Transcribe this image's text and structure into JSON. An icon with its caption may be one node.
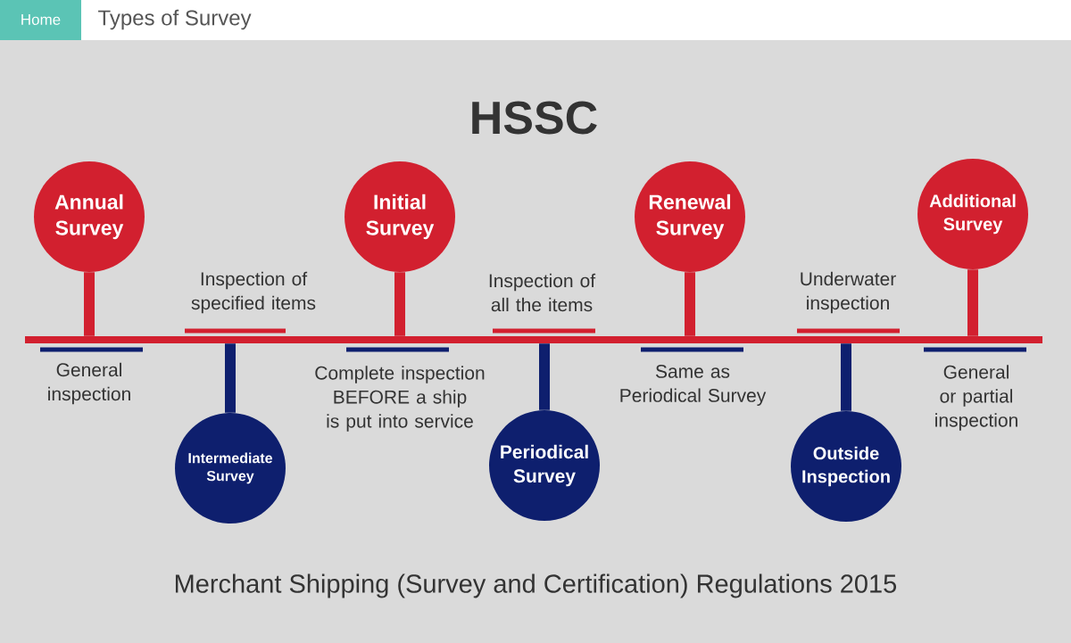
{
  "diagram": {
    "title": "HSSC",
    "caption": "Merchant Shipping (Survey and Certification) Regulations 2015",
    "nodes": [
      {
        "text": [
          "Annual Survey"
        ]
      },
      {
        "text": [
          "Intermediate Survey"
        ]
      },
      {
        "text": [
          "Initial Survey"
        ]
      },
      {
        "text": [
          "Periodical Survey"
        ]
      },
      {
        "text": [
          "Renewal Survey"
        ]
      },
      {
        "text": [
          "Outside Inspection"
        ]
      },
      {
        "text": [
          "Additional Survey"
        ]
      },
      {
        "text": [],
        "shape": "bar"
      }
    ],
    "edges": [
      {
        "from": 0,
        "to": 7,
        "arrow": "none"
      },
      {
        "from": 1,
        "to": 7,
        "arrow": "none",
        "color": "#0e1f6e"
      },
      {
        "from": 2,
        "to": 7,
        "arrow": "none"
      },
      {
        "from": 3,
        "to": 7,
        "arrow": "none",
        "color": "#0e1f6e"
      },
      {
        "from": 4,
        "to": 7,
        "arrow": "none"
      },
      {
        "from": 5,
        "to": 7,
        "arrow": "none",
        "color": "#0e1f6e"
      },
      {
        "from": 6,
        "to": 7,
        "arrow": "none"
      }
    ],
    "labels": [
      "Home",
      "Types of Survey",
      "Inspection of specified items",
      "Inspection of all the items",
      "Underwater inspection",
      "General inspection",
      "Complete inspection BEFORE a ship is put into service",
      "Same as Periodical Survey",
      "General or partial inspection"
    ]
  }
}
